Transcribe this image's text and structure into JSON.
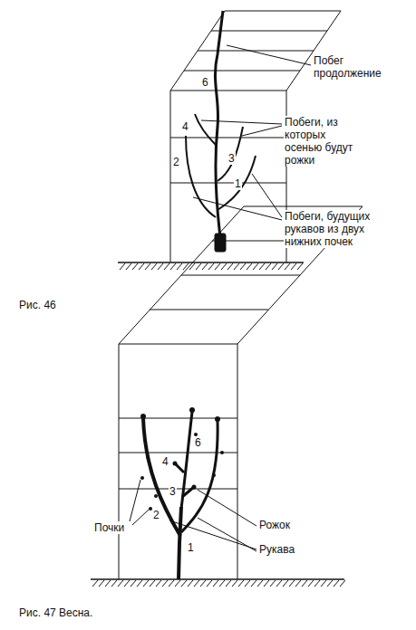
{
  "diagram": {
    "labels": [
      "Побег продолжение",
      "Побеги, из которых осенью будут рожки",
      "Побеги, будущих рукавов из двух нижних почек",
      "6",
      "4",
      "2",
      "3",
      "1",
      "Рис. 46",
      "6",
      "4",
      "2",
      "3",
      "1",
      "Почки",
      "Рожок",
      "Рукава",
      "Рис. 47 Весна."
    ]
  }
}
